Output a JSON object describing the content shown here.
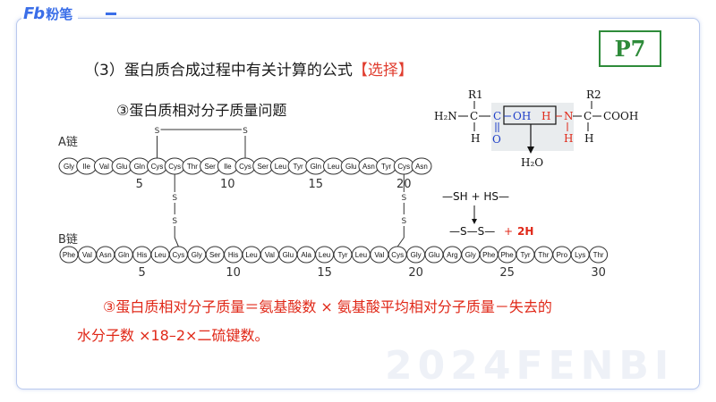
{
  "brand": {
    "mark": "Fb",
    "name": "粉笔"
  },
  "page_badge": "P7",
  "heading": {
    "text": "（3）蛋白质合成过程中有关计算的公式",
    "tag": "【选择】"
  },
  "subheading": "③蛋白质相对分子质量问题",
  "chain_a": {
    "label": "A链",
    "residues": [
      "Gly",
      "Ile",
      "Val",
      "Glu",
      "Gln",
      "Cys",
      "Cys",
      "Thr",
      "Ser",
      "Ile",
      "Cys",
      "Ser",
      "Leu",
      "Tyr",
      "Gln",
      "Leu",
      "Glu",
      "Asn",
      "Tyr",
      "Cys",
      "Asn"
    ],
    "ticks": [
      "5",
      "10",
      "15",
      "20"
    ]
  },
  "chain_b": {
    "label": "B链",
    "residues": [
      "Phe",
      "Val",
      "Asn",
      "Gln",
      "His",
      "Leu",
      "Cys",
      "Gly",
      "Ser",
      "His",
      "Leu",
      "Val",
      "Glu",
      "Ala",
      "Leu",
      "Tyr",
      "Leu",
      "Val",
      "Cys",
      "Gly",
      "Glu",
      "Arg",
      "Gly",
      "Phe",
      "Phe",
      "Tyr",
      "Thr",
      "Pro",
      "Lys",
      "Thr"
    ],
    "ticks": [
      "5",
      "10",
      "15",
      "20",
      "25",
      "30"
    ]
  },
  "bond_symbol": "S",
  "dipeptide": {
    "r1": "R1",
    "r2": "R2",
    "left_group": "H₂N",
    "carbon": "C",
    "o_symbol": "O",
    "oh": "OH",
    "h_symbol": "H",
    "n_symbol": "N",
    "right_group": "COOH",
    "water": "H₂O"
  },
  "disulfide": {
    "reactant": "—SH + HS—",
    "product": "—S—S—",
    "plus": "+",
    "byproduct": "2H"
  },
  "formula": {
    "line1": "③蛋白质相对分子质量＝氨基酸数 × 氨基酸平均相对分子质量－失去的",
    "line2": "水分子数 ×18–2×二硫键数。"
  },
  "watermark": "2024FENBI"
}
